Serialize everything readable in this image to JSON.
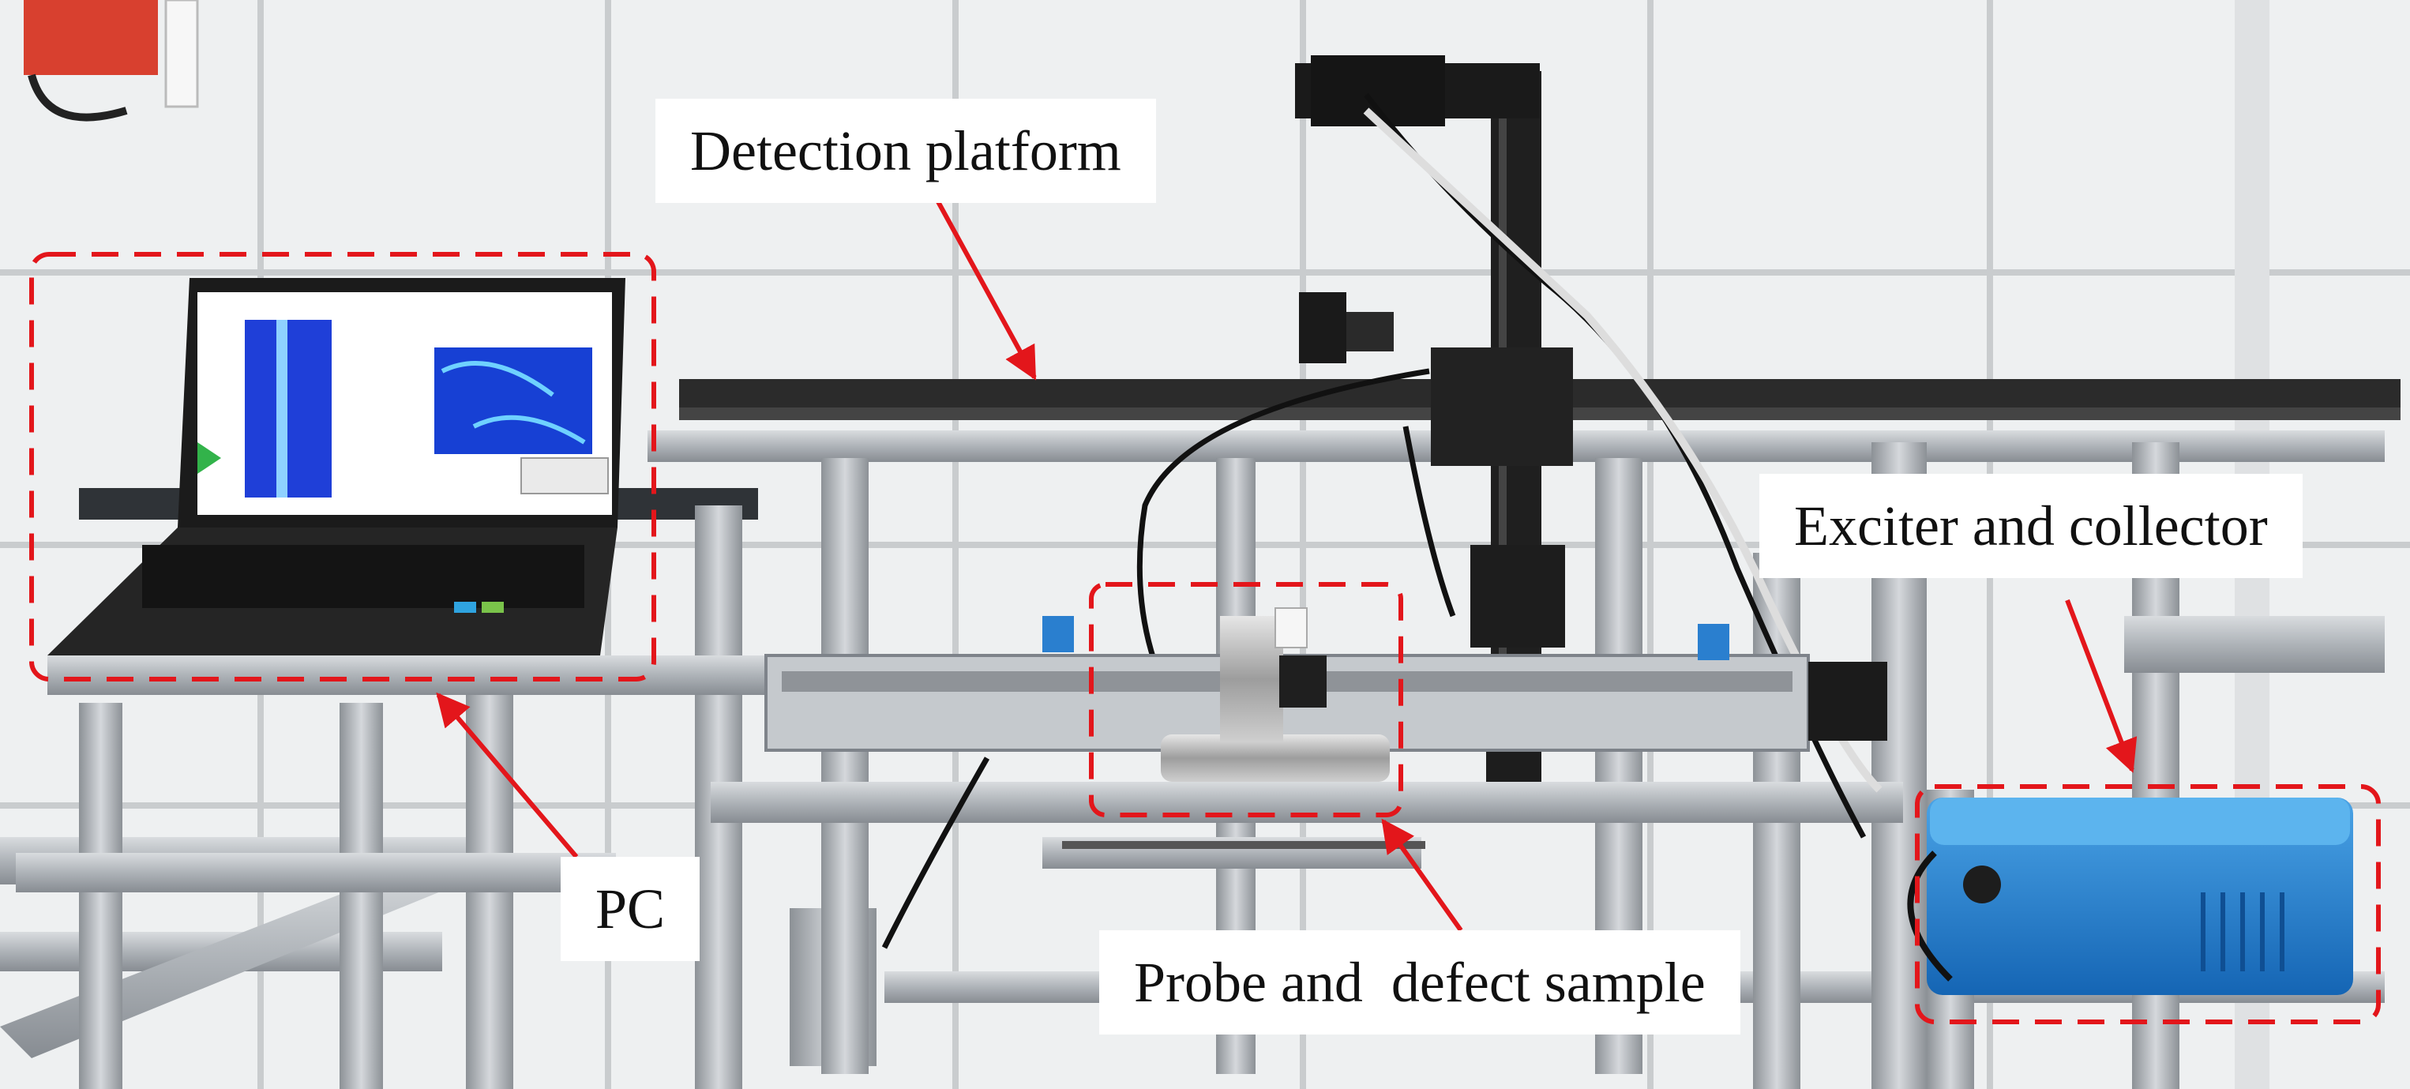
{
  "figure": {
    "labels": {
      "detection_platform": "Detection platform",
      "exciter_collector": "Exciter and collector",
      "pc": "PC",
      "probe_sample": "Probe and  defect sample"
    },
    "annotation_color": "#e3161b",
    "objects": {
      "laptop": "laptop-screen-showing-scan-images",
      "gantry": "aluminium-gantry-frame",
      "linear_rail": "linear-rail-with-stepper-motor",
      "probe": "probe-on-pipe-defect-sample",
      "instrument": "blue-exciter-collector-box"
    }
  }
}
